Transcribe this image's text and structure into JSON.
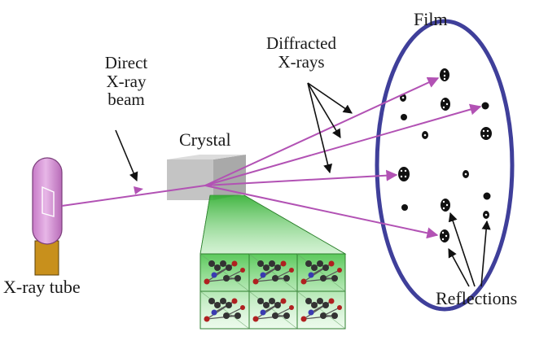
{
  "labels": {
    "film": "Film",
    "diffracted_line1": "Diffracted",
    "diffracted_line2": "X-rays",
    "direct_line1": "Direct",
    "direct_line2": "X-ray",
    "direct_line3": "beam",
    "crystal": "Crystal",
    "xray_tube": "X-ray tube",
    "reflections": "Reflections"
  },
  "colors": {
    "beam": "#b252b4",
    "film_ring": "#3f3f9a",
    "tube_glass": "#d48fd4",
    "tube_base": "#c8901c",
    "crystal": "#bdbdbd",
    "lattice": "#6fd36f"
  }
}
